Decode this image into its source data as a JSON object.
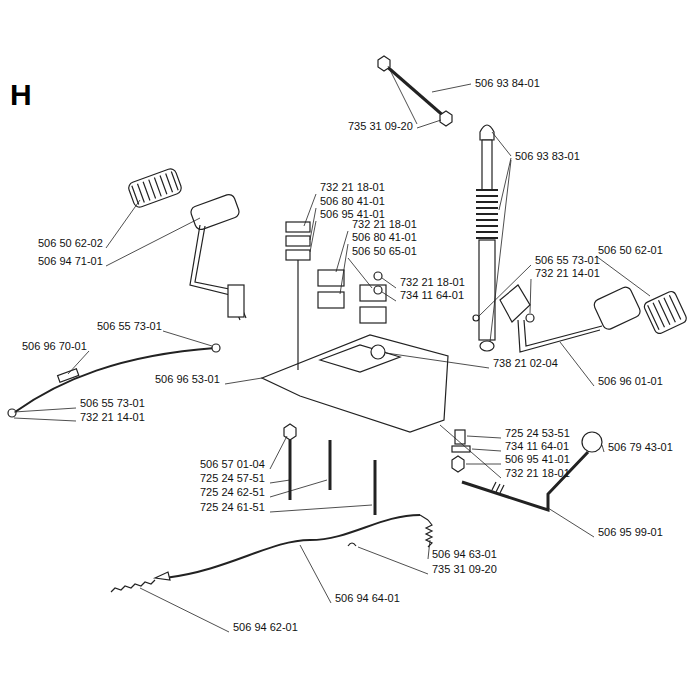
{
  "diagram": {
    "title": "H",
    "labels": [
      "506 93 84-01",
      "735 31 09-20",
      "506 93 83-01",
      "732 21 18-01",
      "506 80 41-01",
      "506 95 41-01",
      "732 21 18-01",
      "506 80 41-01",
      "506 50 65-01",
      "506 50 62-02",
      "506 94 71-01",
      "732 21 18-01",
      "734 11 64-01",
      "506 55 73-01",
      "732 21 14-01",
      "506 50 62-01",
      "506 55 73-01",
      "506 96 70-01",
      "738 21 02-04",
      "506 96 53-01",
      "506 96 01-01",
      "506 55 73-01",
      "732 21 14-01",
      "725 24 53-51",
      "734 11 64-01",
      "506 95 41-01",
      "732 21 18-01",
      "506 79 43-01",
      "506 57 01-04",
      "725 24 57-51",
      "725 24 62-51",
      "725 24 61-51",
      "506 95 99-01",
      "506 94 63-01",
      "735 31 09-20",
      "506 94 64-01",
      "506 94 62-01"
    ]
  }
}
